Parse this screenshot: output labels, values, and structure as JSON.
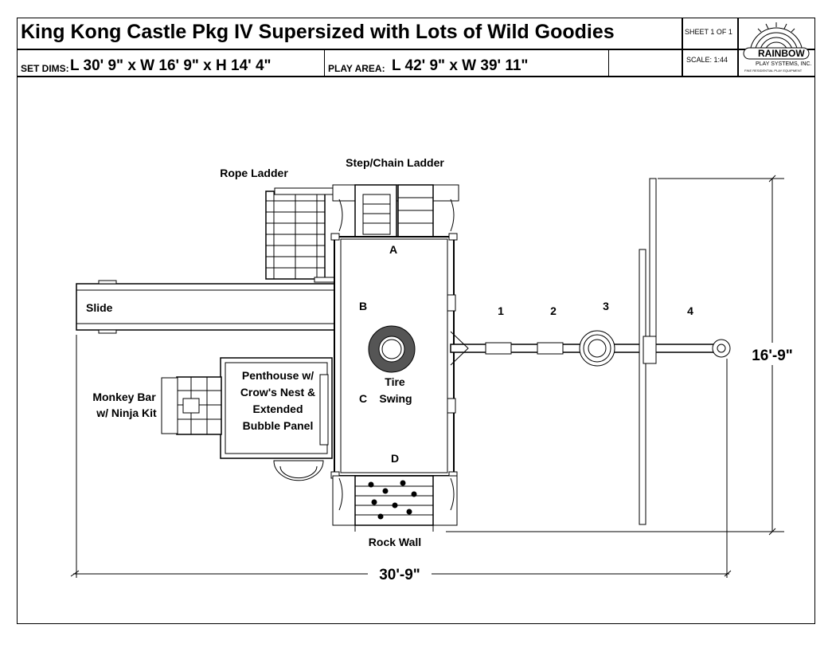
{
  "header": {
    "title": "King Kong Castle Pkg IV Supersized with Lots of Wild Goodies",
    "sheet": "SHEET 1 OF 1",
    "scale": "SCALE: 1:44",
    "set_dims_label": "SET DIMS:",
    "set_dims_value": "L 30' 9\" x W 16' 9\" x H 14' 4\"",
    "play_area_label": "PLAY AREA:",
    "play_area_value": "L 42' 9\" x W 39' 11\""
  },
  "logo": {
    "name": "RAINBOW",
    "line2": "PLAY SYSTEMS, INC.",
    "line3": "FINE RESIDENTIAL PLAY EQUIPMENT"
  },
  "diagram": {
    "labels": {
      "rope_ladder": "Rope Ladder",
      "step_chain_ladder": "Step/Chain Ladder",
      "slide": "Slide",
      "monkey_bar_1": "Monkey Bar",
      "monkey_bar_2": "w/ Ninja Kit",
      "penthouse_1": "Penthouse w/",
      "penthouse_2": "Crow's Nest &",
      "penthouse_3": "Extended",
      "penthouse_4": "Bubble Panel",
      "tire_1": "Tire",
      "tire_2": "Swing",
      "rock_wall": "Rock Wall",
      "deck_a": "A",
      "deck_b": "B",
      "deck_c": "C",
      "deck_d": "D",
      "pos_1": "1",
      "pos_2": "2",
      "pos_3": "3",
      "pos_4": "4"
    },
    "dimensions": {
      "width": "16'-9\"",
      "length": "30'-9\""
    }
  }
}
